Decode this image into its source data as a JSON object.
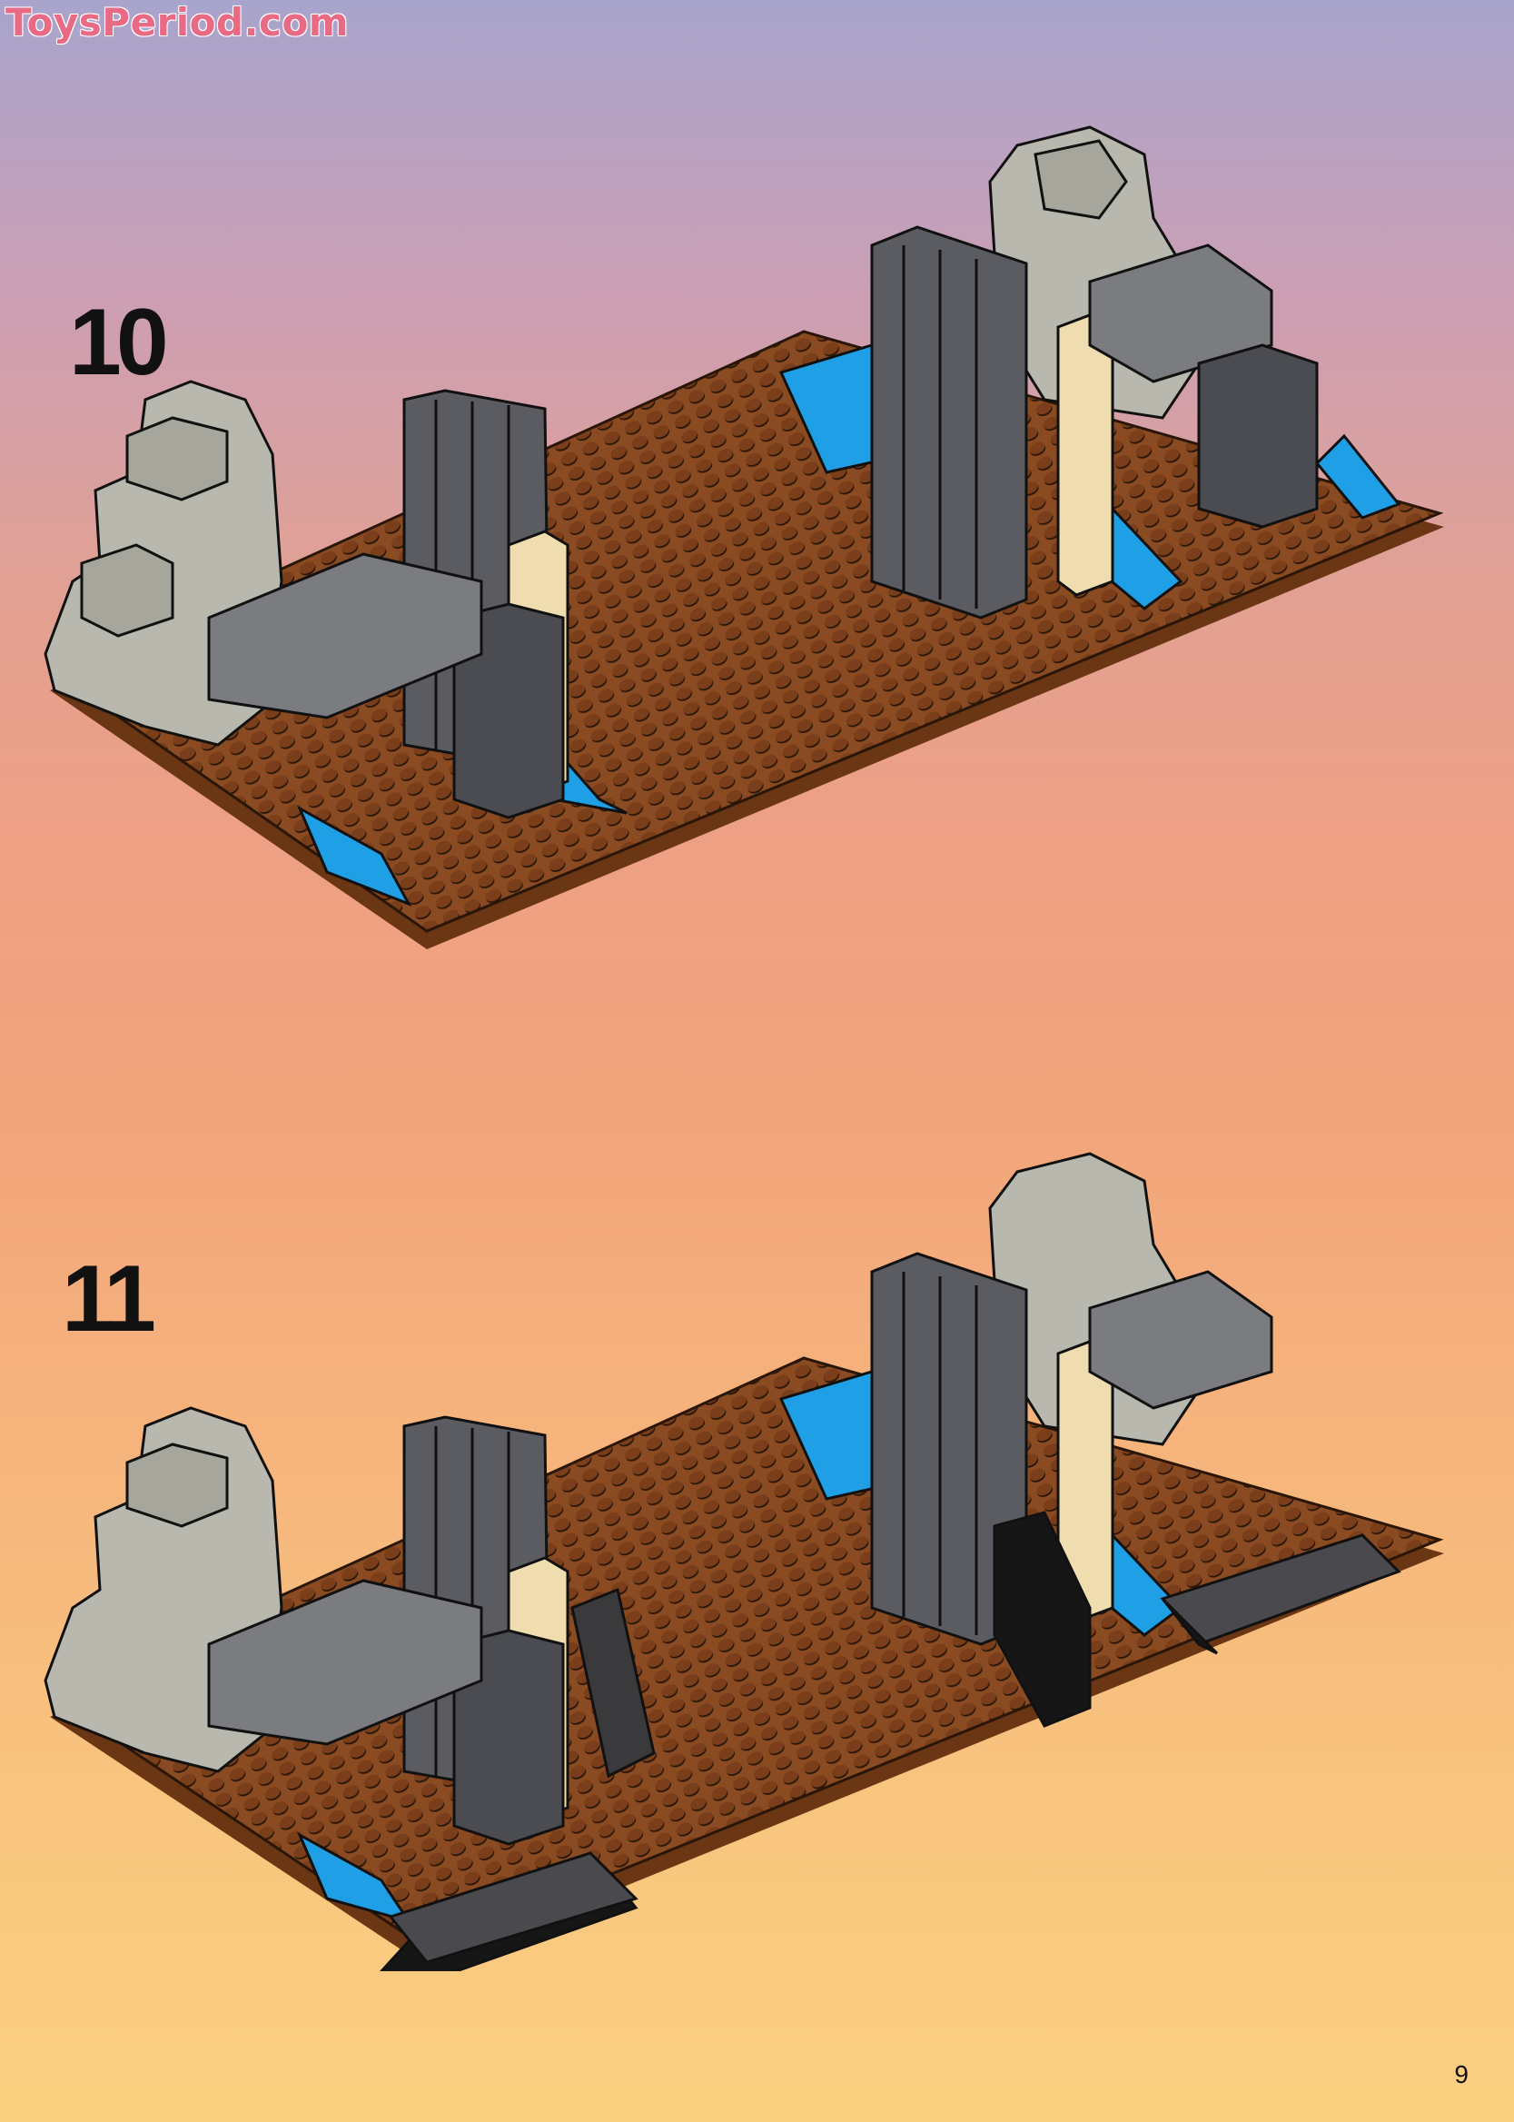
{
  "watermark": "ToysPeriod.com",
  "steps": [
    {
      "number": "10"
    },
    {
      "number": "11"
    }
  ],
  "page_number": "9",
  "colors": {
    "baseplate": "#8a4b22",
    "stud_dark": "#2a1608",
    "rock_light": "#b8b8ae",
    "rock_dark": "#6a6a6e",
    "dark_gray": "#5a5c62",
    "tan": "#efddb0",
    "blue": "#1f9fe6",
    "black": "#161616"
  },
  "icons": {
    "step10": "lego-scene-assembly",
    "step11": "lego-scene-assembly-with-ramps"
  }
}
